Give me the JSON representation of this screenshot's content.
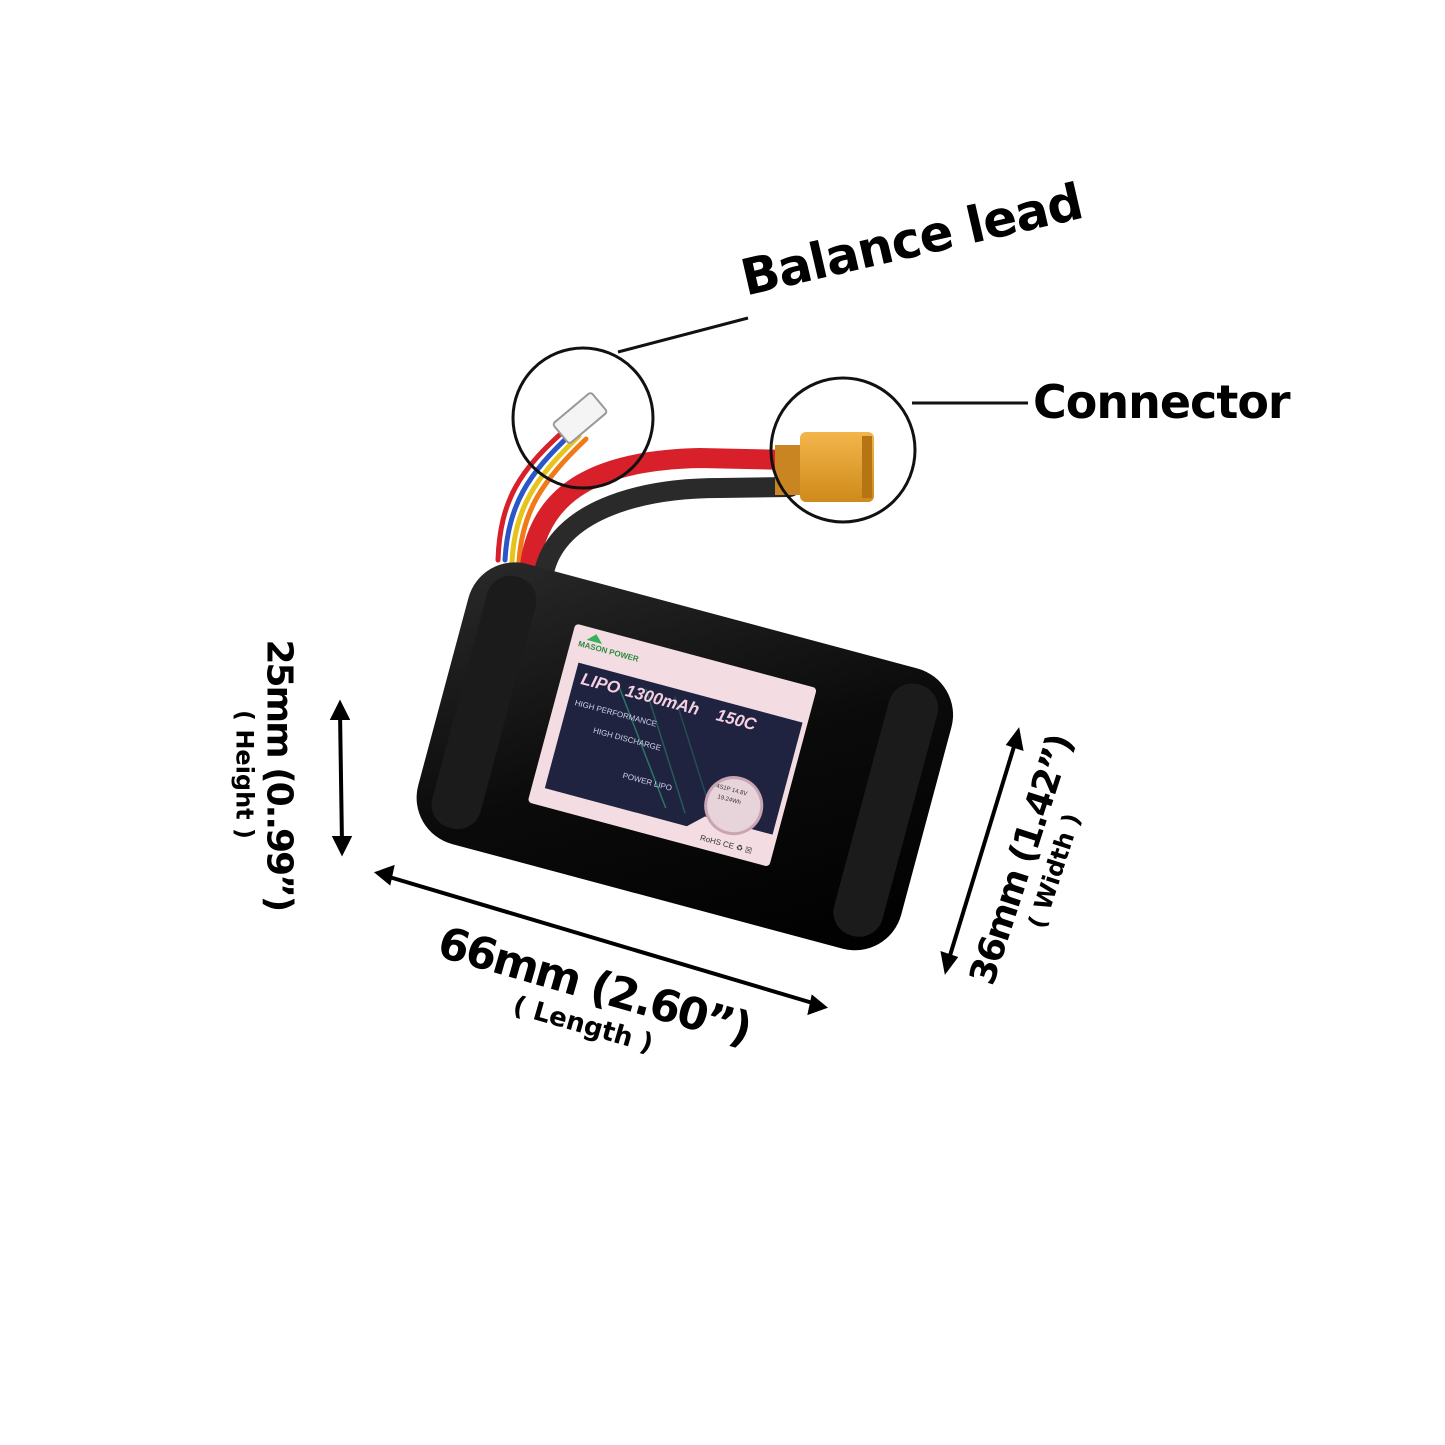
{
  "callouts": {
    "balance_lead": "Balance lead",
    "connector": "Connector"
  },
  "dimensions": {
    "length": {
      "value": "66mm (2.60”)",
      "label": "( Length )"
    },
    "width": {
      "value": "36mm (1.42”)",
      "label": "( Width )"
    },
    "height": {
      "value": "25mm (0..99”)",
      "label": "( Height )"
    }
  },
  "battery_label": {
    "brand": "MASON POWER",
    "type": "LIPO",
    "capacity": "1300mAh",
    "c_rating": "150C",
    "line1": "HIGH PERFORMANCE",
    "line2": "HIGH DISCHARGE",
    "line3": "POWER LIPO",
    "badge_line1": "4S1P 14.8V",
    "badge_line2": "19.24Wh",
    "certs": "RoHS CE ♻ ☒"
  },
  "colors": {
    "battery_body": "#0d0d0d",
    "label_bg": "#f3dde3",
    "label_panel": "#1f2340",
    "red_wire": "#d8202a",
    "black_wire": "#2a2a2a",
    "connector": "#e8a32c",
    "label_title": "#f4cfe0"
  }
}
